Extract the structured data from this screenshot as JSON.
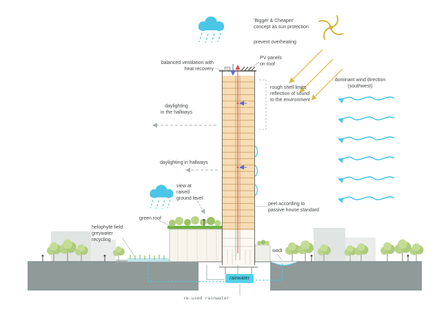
{
  "palette": {
    "accent_cyan": "#4cc6e6",
    "accent_yellow": "#d8bc48",
    "floor_peach": "#f8dcb4",
    "ground_gray": "#8f9a99",
    "green_roof": "#6fb043",
    "tree_green": "#aecb7c",
    "supply_red": "#e04848",
    "exhaust_blue": "#5a6ad0"
  },
  "labels": {
    "concept": "'Bigger & Cheaper'\nconcept as sun protection",
    "prevent_overheating": "prevent overheating",
    "balanced_ventilation": "balanced ventilation with\nheat recovery",
    "pv_panels": "PV panels\non roof",
    "rough_shell": "rough shell limits\nreflection of sound\nto the environment",
    "dominant_wind": "dominant wind direction\n(southwest)",
    "daylighting_upper": "daylighting\nin the hallways",
    "daylighting_lower": "daylighting in hallways",
    "view": "view at\nraised\nground level",
    "green_roof": "green roof",
    "helophyte": "helophyte field\ngreywater\nrecycling",
    "peel": "peel according to\npassive house standard",
    "wadi": "wadi",
    "rainwater": "rainwater",
    "reused_rainwater": "re-used rainwater"
  }
}
